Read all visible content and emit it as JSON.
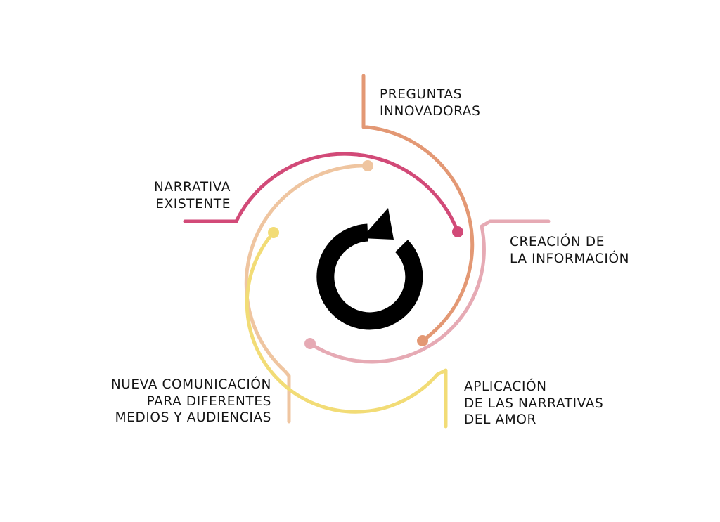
{
  "labels": {
    "preguntas": [
      "PREGUNTAS",
      "INNOVADORAS"
    ],
    "narrativa": [
      "NARRATIVA",
      "EXISTENTE"
    ],
    "creacion": [
      "CREACIÓN DE",
      "LA INFORMACIÓN"
    ],
    "nueva": [
      "NUEVA COMUNICACIÓN",
      "PARA DIFERENTES",
      "MEDIOS Y AUDIENCIAS"
    ],
    "aplicacion": [
      "APLICACIÓN",
      "DE LAS NARRATIVAS",
      "DEL AMOR"
    ]
  },
  "center_icon": "cycle-arrow-icon",
  "colors": {
    "narrativa": "#d24a78",
    "preguntas": "#e39874",
    "creacion": "#e6aab4",
    "nueva": "#efc5a0",
    "aplicacion": "#f2dc76",
    "icon": "#000000"
  }
}
